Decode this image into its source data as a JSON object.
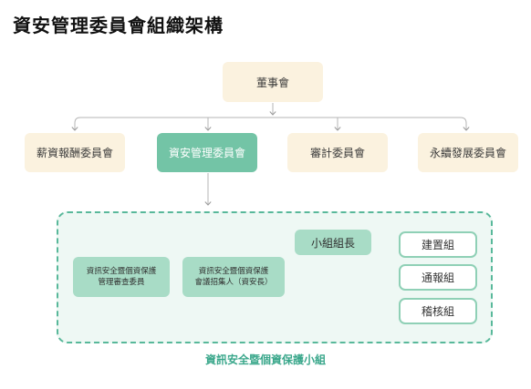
{
  "title": "資安管理委員會組織架構",
  "nodes": {
    "board": "董事會",
    "compensation": "薪資報酬委員會",
    "infosec_committee": "資安管理委員會",
    "audit": "審計委員會",
    "sustainability": "永續發展委員會",
    "management_member": [
      "資訊安全暨個資保護",
      "管理審查委員"
    ],
    "convener": [
      "資訊安全暨個資保護",
      "會議招集人（資安長）"
    ],
    "team_leader": "小組組長",
    "build_group": "建置組",
    "report_group": "通報組",
    "audit_group": "稽核組"
  },
  "group_label": "資訊安全暨個資保護小組",
  "colors": {
    "cream": "#fbf2df",
    "teal": "#73c4a6",
    "mint": "#a8dcc6",
    "outline": "#8fd0b6",
    "dashed_border": "#58b89a",
    "group_label": "#3aa78b",
    "connector": "#b5b5b5"
  }
}
